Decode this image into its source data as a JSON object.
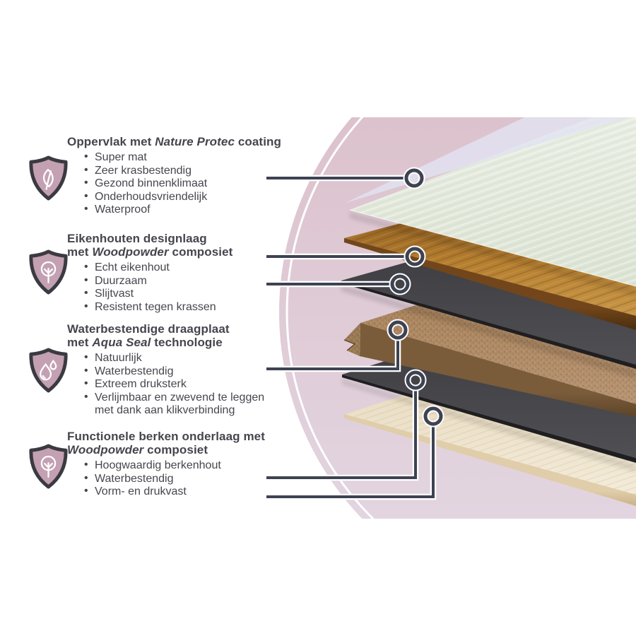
{
  "sections": [
    {
      "icon": "leaf-shield",
      "title": [
        {
          "pre": "Oppervlak met ",
          "em": "Nature Protec",
          "post": " coating"
        }
      ],
      "bullets": [
        "Super mat",
        "Zeer krasbestendig",
        "Gezond binnenklimaat",
        "Onderhoudsvriendelijk",
        "Waterproof"
      ]
    },
    {
      "icon": "tree-shield",
      "title": [
        {
          "pre": "Eikenhouten designlaag",
          "em": "",
          "post": ""
        },
        {
          "pre": "met ",
          "em": "Woodpowder",
          "post": " composiet"
        }
      ],
      "bullets": [
        "Echt eikenhout",
        "Duurzaam",
        "Slijtvast",
        "Resistent tegen krassen"
      ]
    },
    {
      "icon": "water-drops-shield",
      "title": [
        {
          "pre": "Waterbestendige draagplaat",
          "em": "",
          "post": ""
        },
        {
          "pre": "met ",
          "em": "Aqua Seal",
          "post": " technologie"
        }
      ],
      "bullets": [
        "Natuurlijk",
        "Waterbestendig",
        "Extreem druksterk",
        "Verlijmbaar en zwevend te leggen met dank aan klikverbinding"
      ]
    },
    {
      "icon": "tree-shield",
      "title": [
        {
          "pre": "Functionele berken onderlaag met",
          "em": "",
          "post": ""
        },
        {
          "pre": "",
          "em": "Woodpowder",
          "post": " composiet"
        }
      ],
      "bullets": [
        "Hoogwaardig berkenhout",
        "Waterbestendig",
        "Vorm- en drukvast"
      ]
    }
  ],
  "palette": {
    "background": "#ffffff",
    "text": "#45454d",
    "circle_top": "#dcc2cd",
    "circle_bottom": "#e2d5e0",
    "circle_ring": "#ffffff",
    "shield_fill": "#c3a0b2",
    "shield_outline": "#3a3a41",
    "line_color": "#3e4352",
    "line_casing": "#ffffff"
  },
  "layers": [
    {
      "id": "coating-film",
      "color": "#e2e3f2"
    },
    {
      "id": "floor-top-surface",
      "color": "#dfe7d9"
    },
    {
      "id": "oak-design-layer",
      "color": "#b57f31"
    },
    {
      "id": "woodpowder-layer-1",
      "color": "#434347"
    },
    {
      "id": "aqua-seal-core",
      "color": "#ab8660"
    },
    {
      "id": "woodpowder-layer-2",
      "color": "#434347"
    },
    {
      "id": "birch-backing-layer",
      "color": "#e8dcc2"
    }
  ],
  "markers": {
    "count": "6"
  }
}
